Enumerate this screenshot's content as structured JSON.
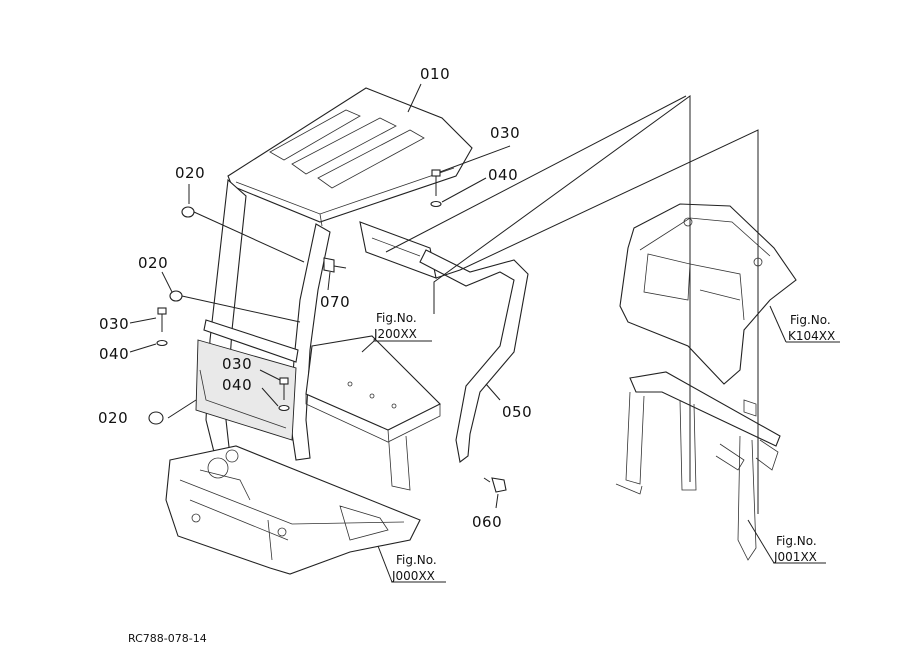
{
  "parts": {
    "p010": "010",
    "p020a": "020",
    "p020b": "020",
    "p020c": "020",
    "p030a": "030",
    "p030b": "030",
    "p030c": "030",
    "p040a": "040",
    "p040b": "040",
    "p040c": "040",
    "p050": "050",
    "p060": "060",
    "p070": "070"
  },
  "references": {
    "j200": {
      "label": "Fig.No.",
      "code": "J200XX"
    },
    "j000": {
      "label": "Fig.No.",
      "code": "J000XX"
    },
    "k104": {
      "label": "Fig.No.",
      "code": "K104XX"
    },
    "j001": {
      "label": "Fig.No.",
      "code": "J001XX"
    }
  },
  "footer": {
    "code": "RC788-078-14"
  }
}
